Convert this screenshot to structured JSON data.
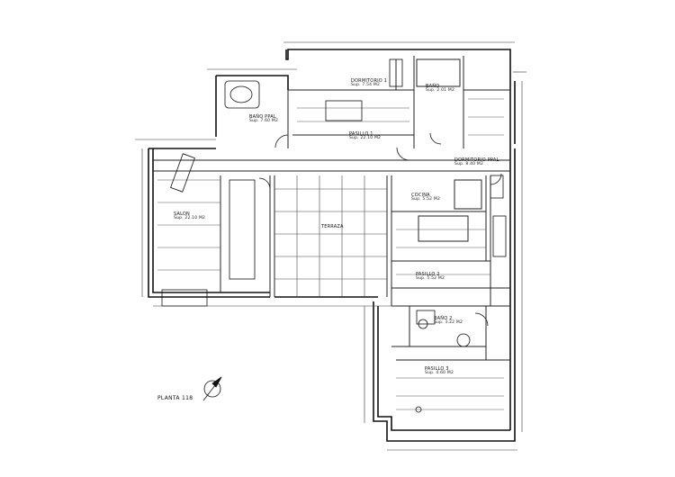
{
  "plan_title": "PLANTA 118",
  "rooms": [
    {
      "id": "dormitorio-1",
      "name": "DORMITORIO 1",
      "area": "Sup. 7.54 M2"
    },
    {
      "id": "bano",
      "name": "BAÑO",
      "area": "Sup. 2.01 M2"
    },
    {
      "id": "bano-ppal",
      "name": "BAÑO PPAL",
      "area": "Sup. 7.60 M2"
    },
    {
      "id": "pasillo-1",
      "name": "PASILLO 1",
      "area": "Sup. 22.10 M2"
    },
    {
      "id": "dormitorio-ppal",
      "name": "DORMITORIO PPAL",
      "area": "Sup. 8.40 M2"
    },
    {
      "id": "salon",
      "name": "SALON",
      "area": "Sup. 22.10 M2"
    },
    {
      "id": "terraza",
      "name": "TERRAZA",
      "area": ""
    },
    {
      "id": "cocina",
      "name": "COCINA",
      "area": "Sup. 5.52 M2"
    },
    {
      "id": "pasillo-2",
      "name": "PASILLO 2",
      "area": "Sup. 5.52 M2"
    },
    {
      "id": "bano-2",
      "name": "BAÑO 2",
      "area": "Sup. 3.22 M2"
    },
    {
      "id": "pasillo-3",
      "name": "PASILLO 3",
      "area": "Sup. 4.60 M2"
    }
  ]
}
